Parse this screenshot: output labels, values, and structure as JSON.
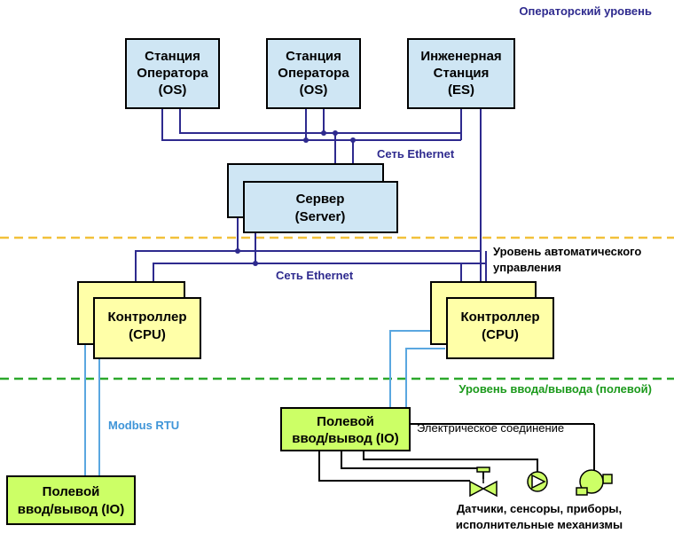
{
  "colors": {
    "station_fill": "#cfe6f4",
    "controller_fill": "#ffffa8",
    "io_fill": "#ccff66",
    "ethernet_line": "#2e2a8e",
    "modbus_line": "#5aa7e0",
    "electric_line": "#000000",
    "operator_divider": "#f2c13a",
    "field_divider": "#2ca82c",
    "operator_level_text": "#2e2a8e",
    "field_level_text": "#1c9a1c",
    "modbus_text": "#3f95d8"
  },
  "levels": {
    "operator": "Операторский уровень",
    "automation": [
      "Уровень автоматического",
      "управления"
    ],
    "field": "Уровень ввода/вывода (полевой)"
  },
  "stations": [
    {
      "lines": [
        "Станция",
        "Оператора",
        "(OS)"
      ]
    },
    {
      "lines": [
        "Станция",
        "Оператора",
        "(OS)"
      ]
    },
    {
      "lines": [
        "Инженерная",
        "Станция",
        "(ES)"
      ]
    }
  ],
  "server": {
    "lines": [
      "Сервер",
      "(Server)"
    ]
  },
  "network": {
    "ethernet_top": "Сеть Ethernet",
    "ethernet_mid": "Сеть Ethernet",
    "modbus": "Modbus RTU",
    "electric": "Электрическое соединение"
  },
  "controllers": [
    {
      "lines": [
        "Контроллер",
        "(CPU)"
      ]
    },
    {
      "lines": [
        "Контроллер",
        "(CPU)"
      ]
    }
  ],
  "io_modules": [
    {
      "lines": [
        "Полевой",
        "ввод/вывод (IO)"
      ]
    },
    {
      "lines": [
        "Полевой",
        "ввод/вывод (IO)"
      ]
    }
  ],
  "devices": {
    "icons": [
      "valve-icon",
      "pump-icon",
      "motor-icon"
    ],
    "caption": [
      "Датчики, сенсоры, приборы,",
      "исполнительные механизмы"
    ]
  }
}
